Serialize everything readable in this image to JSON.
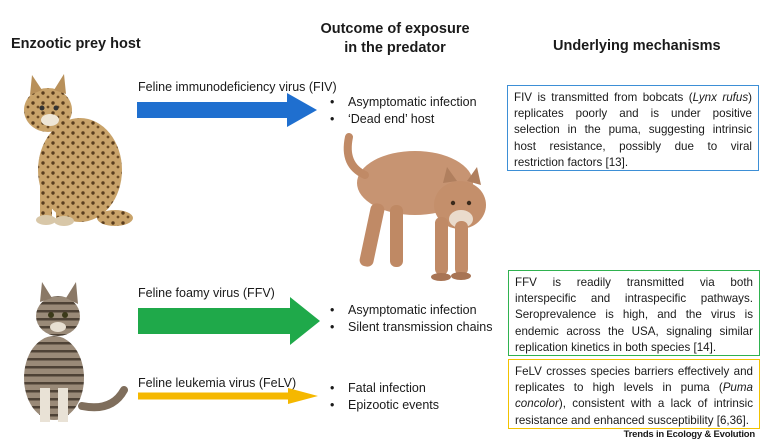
{
  "headers": {
    "prey_host": "Enzootic prey host",
    "outcome_line1": "Outcome of exposure",
    "outcome_line2": "in the predator",
    "mechanisms": "Underlying mechanisms"
  },
  "viruses": [
    {
      "label": "Feline immunodeficiency virus (FIV)",
      "arrow_color": "#1f6fcf",
      "outcomes": [
        "Asymptomatic infection",
        "‘Dead end’ host"
      ],
      "mechanism_parts": [
        {
          "t": "FIV is transmitted from bobcats ("
        },
        {
          "t": "Lynx rufus",
          "i": true
        },
        {
          "t": ") replicates poorly and is under positive selection in the puma, suggesting intrinsic host resistance, possibly due to viral restriction factors [13]."
        }
      ],
      "box_color": "#3d8fd6"
    },
    {
      "label": "Feline foamy virus (FFV)",
      "arrow_color": "#1fa94a",
      "outcomes": [
        "Asymptomatic infection",
        "Silent transmission chains"
      ],
      "mechanism_parts": [
        {
          "t": "FFV is readily transmitted via both interspecific and intraspecific pathways. Seroprevalence is high, and the virus is endemic across the USA, signaling similar replication kinetics in both species [14]."
        }
      ],
      "box_color": "#2fb24f"
    },
    {
      "label": "Feline leukemia virus (FeLV)",
      "arrow_color": "#f5b800",
      "outcomes": [
        "Fatal infection",
        "Epizootic events"
      ],
      "mechanism_parts": [
        {
          "t": "FeLV crosses species barriers effectively and replicates to high levels in puma ("
        },
        {
          "t": "Puma concolor",
          "i": true
        },
        {
          "t": "), consistent with a lack of intrinsic resistance and enhanced susceptibility [6,36]."
        }
      ],
      "box_color": "#f2c200"
    }
  ],
  "images": {
    "bobcat": "bobcat-photo",
    "puma": "puma-photo",
    "domestic_cat": "domestic-cat-photo"
  },
  "credit": "Trends in Ecology & Evolution"
}
